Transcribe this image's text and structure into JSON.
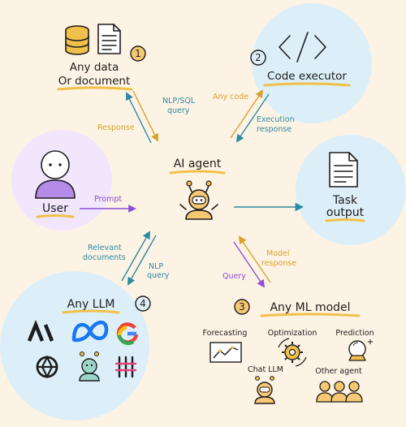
{
  "colors": {
    "background": "#fdf3e4",
    "blue_blob": "#dceff8",
    "purple_blob": "#f1e6fb",
    "yellow": "#f1c04a",
    "orange_badge": "#f7c873",
    "teal": "#2c8aa3",
    "gold": "#d6a22e",
    "purple": "#8d4fd6",
    "ink": "#1d1d1d"
  },
  "nodes": {
    "data": {
      "badge": "1",
      "label_line1": "Any data",
      "label_line2": "Or document"
    },
    "code": {
      "badge": "2",
      "label": "Code executor"
    },
    "user": {
      "label": "User"
    },
    "agent": {
      "label": "AI agent"
    },
    "output": {
      "label_line1": "Task",
      "label_line2": "output"
    },
    "llm": {
      "badge": "4",
      "label": "Any LLM"
    },
    "ml": {
      "badge": "3",
      "label": "Any ML model"
    }
  },
  "edges": {
    "nlp_sql_query": {
      "line1": "NLP/SQL",
      "line2": "query"
    },
    "response": "Response",
    "any_code": "Any code",
    "execution_response": {
      "line1": "Execution",
      "line2": "response"
    },
    "prompt": "Prompt",
    "relevant_documents": {
      "line1": "Relevant",
      "line2": "documents"
    },
    "nlp_query": {
      "line1": "NLP",
      "line2": "query"
    },
    "model_response": {
      "line1": "Model",
      "line2": "response"
    },
    "query": "Query"
  },
  "ml_models": {
    "forecasting": "Forecasting",
    "optimization": "Optimization",
    "prediction": "Prediction",
    "chat_llm": "Chat LLM",
    "other_agent": "Other agent"
  },
  "llm_icons": [
    "anthropic-logo",
    "meta-logo",
    "google-logo",
    "openai-logo",
    "robot-logo",
    "perplexity-logo"
  ]
}
